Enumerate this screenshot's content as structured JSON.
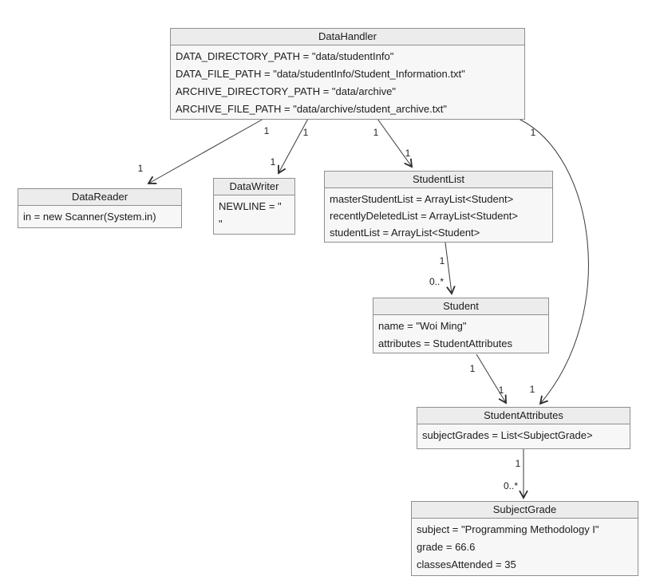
{
  "diagram": {
    "type": "uml-object-diagram",
    "colors": {
      "background": "#ffffff",
      "box_border": "#8f8f8f",
      "header_fill": "#ececec",
      "body_fill": "#f7f7f7",
      "edge_line": "#3a3a3a",
      "text": "#1c1c1c"
    },
    "classes": [
      {
        "name": "DataHandler",
        "attributes": [
          "DATA_DIRECTORY_PATH = \"data/studentInfo\"",
          "DATA_FILE_PATH = \"data/studentInfo/Student_Information.txt\"",
          "ARCHIVE_DIRECTORY_PATH = \"data/archive\"",
          "ARCHIVE_FILE_PATH = \"data/archive/student_archive.txt\""
        ]
      },
      {
        "name": "DataReader",
        "attributes": [
          "in = new Scanner(System.in)"
        ]
      },
      {
        "name": "DataWriter",
        "attributes": [
          "NEWLINE = \"",
          "\""
        ]
      },
      {
        "name": "StudentList",
        "attributes": [
          "masterStudentList = ArrayList<Student>",
          "recentlyDeletedList = ArrayList<Student>",
          "studentList = ArrayList<Student>"
        ]
      },
      {
        "name": "Student",
        "attributes": [
          "name = \"Woi Ming\"",
          "attributes = StudentAttributes"
        ]
      },
      {
        "name": "StudentAttributes",
        "attributes": [
          "subjectGrades = List<SubjectGrade>"
        ]
      },
      {
        "name": "SubjectGrade",
        "attributes": [
          "subject = \"Programming Methodology I\"",
          "grade = 66.6",
          "classesAttended = 35"
        ]
      }
    ],
    "edges": [
      {
        "from": "DataHandler",
        "to": "DataReader",
        "source_label": "1",
        "target_label": "1"
      },
      {
        "from": "DataHandler",
        "to": "DataWriter",
        "source_label": "1",
        "target_label": "1"
      },
      {
        "from": "DataHandler",
        "to": "StudentList",
        "source_label": "1",
        "target_label": "1"
      },
      {
        "from": "DataHandler",
        "to": "StudentAttributes",
        "source_label": "1",
        "target_label": "1"
      },
      {
        "from": "StudentList",
        "to": "Student",
        "source_label": "1",
        "target_label": "0..*"
      },
      {
        "from": "Student",
        "to": "StudentAttributes",
        "source_label": "1",
        "target_label": "1"
      },
      {
        "from": "StudentAttributes",
        "to": "SubjectGrade",
        "source_label": "1",
        "target_label": "0..*"
      }
    ]
  }
}
